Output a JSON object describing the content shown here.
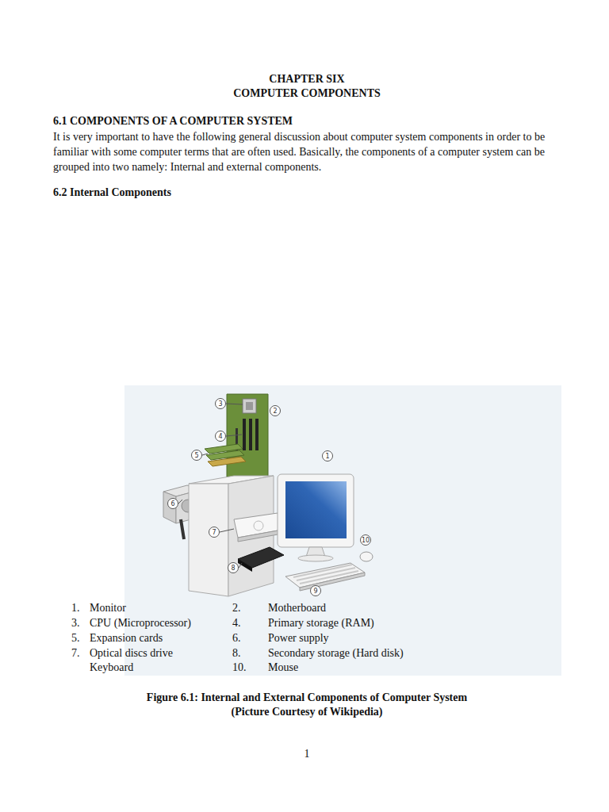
{
  "diagram": {
    "title": "CHAPTER SIX",
    "caption": "Figure 6.1: Internal and External Components of Computer System",
    "labels": [
      "COMPUTER COMPONENTS",
      "6.1 COMPONENTS OF A COMPUTER SYSTEM",
      "It is very important to have the following general discussion about computer system components in order to be familiar with some computer terms that are often used. Basically, the components of a computer system can be grouped into two namely: Internal and external components.",
      "6.2 Internal Components",
      "3",
      "2",
      "4",
      "5",
      "6",
      "1",
      "7",
      "10",
      "8",
      "9",
      "1.",
      "Monitor",
      "2.",
      "Motherboard",
      "3.",
      "CPU (Microprocessor)",
      "4.",
      "Primary storage (RAM)",
      "5.",
      "Expansion cards",
      "6.",
      "Power supply",
      "7.",
      "Optical discs drive",
      "8.",
      "Secondary storage (Hard disk)",
      "Keyboard",
      "10.",
      "Mouse",
      "(Picture Courtesy of Wikipedia)",
      "1"
    ]
  }
}
